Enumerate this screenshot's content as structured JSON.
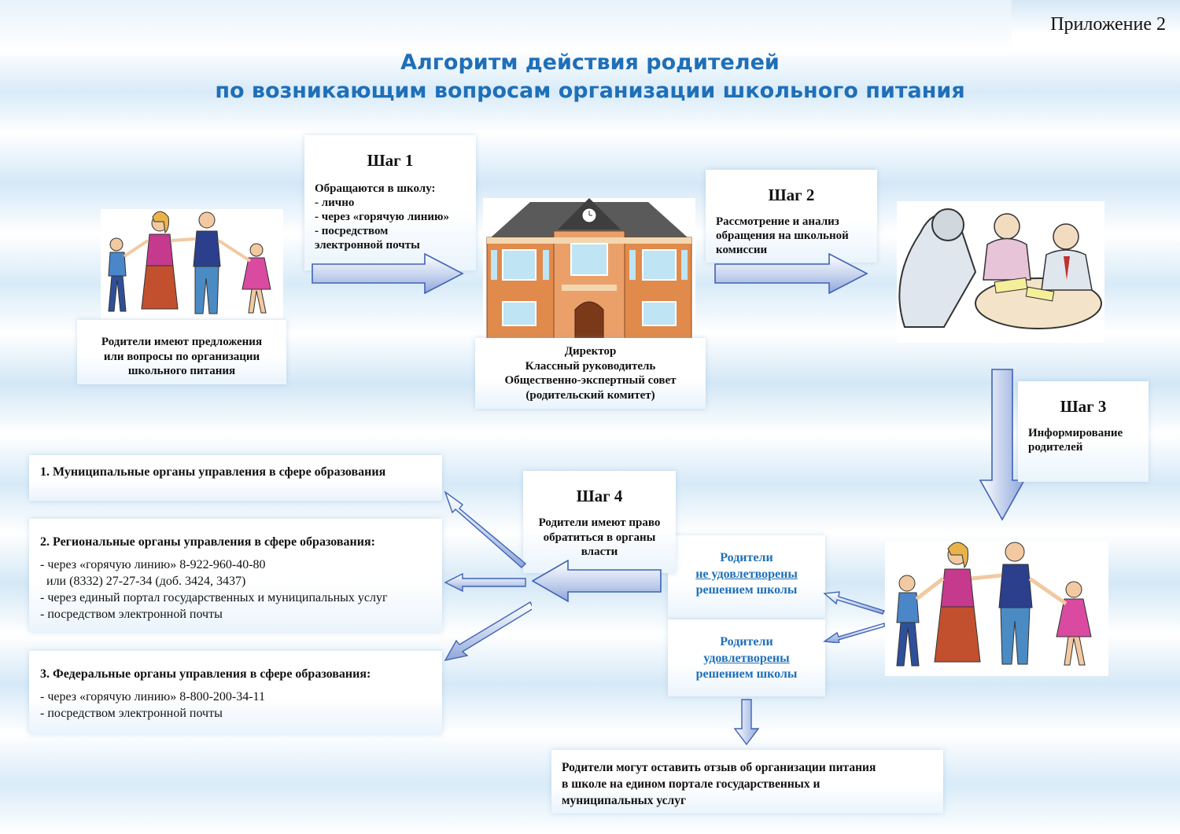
{
  "annex_label": "Приложение 2",
  "title": {
    "line1": "Алгоритм действия родителей",
    "line2": "по возникающим вопросам организации школьного питания"
  },
  "parents_start_caption": [
    "Родители имеют предложения",
    "или вопросы по организации",
    "школьного питания"
  ],
  "step1": {
    "title": "Шаг 1",
    "lines": [
      "Обращаются в школу:",
      "- лично",
      "- через «горячую линию»",
      "- посредством",
      "электронной почты"
    ]
  },
  "school_caption": [
    "Директор",
    "Классный руководитель",
    "Общественно-экспертный совет",
    "(родительский комитет)"
  ],
  "step2": {
    "title": "Шаг 2",
    "lines": [
      "Рассмотрение и анализ",
      "обращения на школьной",
      "комиссии"
    ]
  },
  "step3": {
    "title": "Шаг 3",
    "lines": [
      "Информирование",
      "родителей"
    ]
  },
  "step4": {
    "title": "Шаг 4",
    "lines": [
      "Родители имеют право",
      "обратиться в органы",
      "власти"
    ]
  },
  "not_satisfied": {
    "line1": "Родители",
    "line2": "не удовлетворены",
    "line3": "решением школы"
  },
  "satisfied": {
    "line1": "Родители",
    "line2": "удовлетворены",
    "line3": "решением школы"
  },
  "authorities": {
    "municipal": {
      "heading": "1. Муниципальные органы управления в сфере образования"
    },
    "regional": {
      "heading": "2. Региональные органы управления в сфере образования:",
      "lines": [
        "- через «горячую линию» 8-922-960-40-80",
        "  или (8332) 27-27-34 (доб. 3424, 3437)",
        "- через единый портал государственных и муниципальных услуг",
        "- посредством электронной почты"
      ]
    },
    "federal": {
      "heading": "3. Федеральные органы управления в сфере образования:",
      "lines": [
        "- через «горячую линию» 8-800-200-34-11",
        "- посредством электронной почты"
      ]
    }
  },
  "feedback": [
    "Родители могут оставить отзыв об организации питания",
    "в школе на едином портале государственных и",
    "муниципальных услуг"
  ],
  "colors": {
    "title_blue": "#1f6fb8",
    "arrow_blue": "#3f63b5"
  }
}
